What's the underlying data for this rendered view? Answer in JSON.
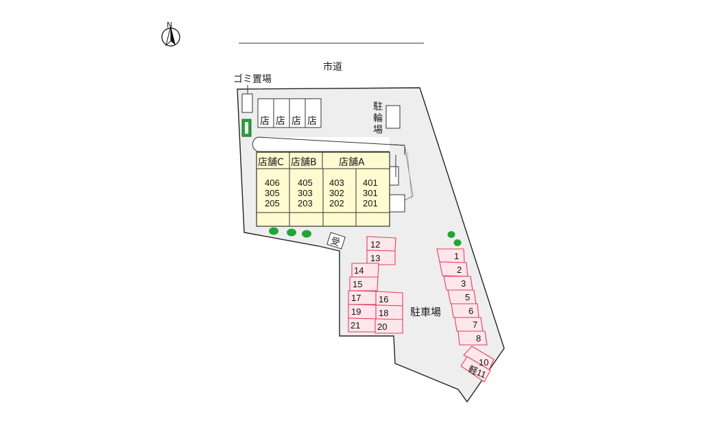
{
  "compass": {
    "north_label": "N"
  },
  "road": {
    "label": "市道"
  },
  "garbage": {
    "label": "ゴミ置場"
  },
  "bike_parking": {
    "label_chars": [
      "駐",
      "輪",
      "場"
    ]
  },
  "small_shops": [
    "店",
    "店",
    "店",
    "店"
  ],
  "building": {
    "shops": [
      "店舗C",
      "店舗B",
      "店舗A"
    ],
    "unit_columns": [
      [
        "406",
        "305",
        "205"
      ],
      [
        "405",
        "303",
        "203"
      ],
      [
        "403",
        "302",
        "202"
      ],
      [
        "401",
        "301",
        "201"
      ]
    ]
  },
  "reception_mark": {
    "label": "受"
  },
  "parking": {
    "label": "駐車場",
    "left_stalls": [
      "12",
      "13",
      "14",
      "15",
      "17",
      "16",
      "19",
      "18",
      "21",
      "20"
    ],
    "right_stalls": [
      "1",
      "2",
      "3",
      "5",
      "6",
      "7",
      "8",
      "10",
      "軽11"
    ]
  },
  "colors": {
    "lot_fill": "#eeeeee",
    "building_fill": "#fffbd0",
    "stall_fill": "#fde6ec",
    "stall_stroke": "#e0405a",
    "tree_green": "#1fa637",
    "bin_green": "#2aa03a"
  }
}
